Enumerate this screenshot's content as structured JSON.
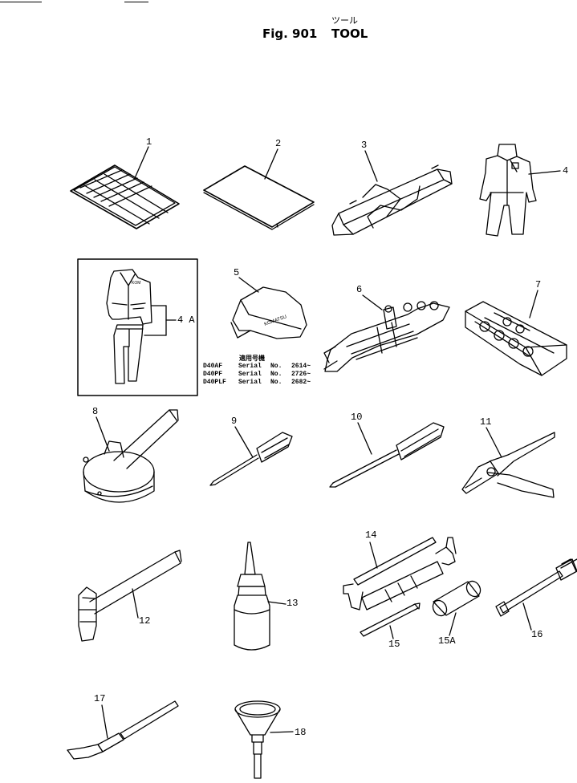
{
  "header": {
    "furigana": "ツール",
    "fig_number": "Fig. 901",
    "title": "TOOL"
  },
  "serial_table": {
    "header": "適用号機",
    "rows": [
      {
        "model": "D40AF",
        "word": "Serial",
        "no": "No.",
        "value": "2614~"
      },
      {
        "model": "D40PF",
        "word": "Serial",
        "no": "No.",
        "value": "2726~"
      },
      {
        "model": "D40PLF",
        "word": "Serial",
        "no": "No.",
        "value": "2682~"
      }
    ]
  },
  "callouts": {
    "c1": "1",
    "c2": "2",
    "c3": "3",
    "c4": "4",
    "c4a": "4 A",
    "c5": "5",
    "c6": "6",
    "c7": "7",
    "c8": "8",
    "c9": "9",
    "c10": "10",
    "c11": "11",
    "c12": "12",
    "c13": "13",
    "c14": "14",
    "c15": "15",
    "c15a": "15A",
    "c16": "16",
    "c17": "17",
    "c18": "18"
  }
}
